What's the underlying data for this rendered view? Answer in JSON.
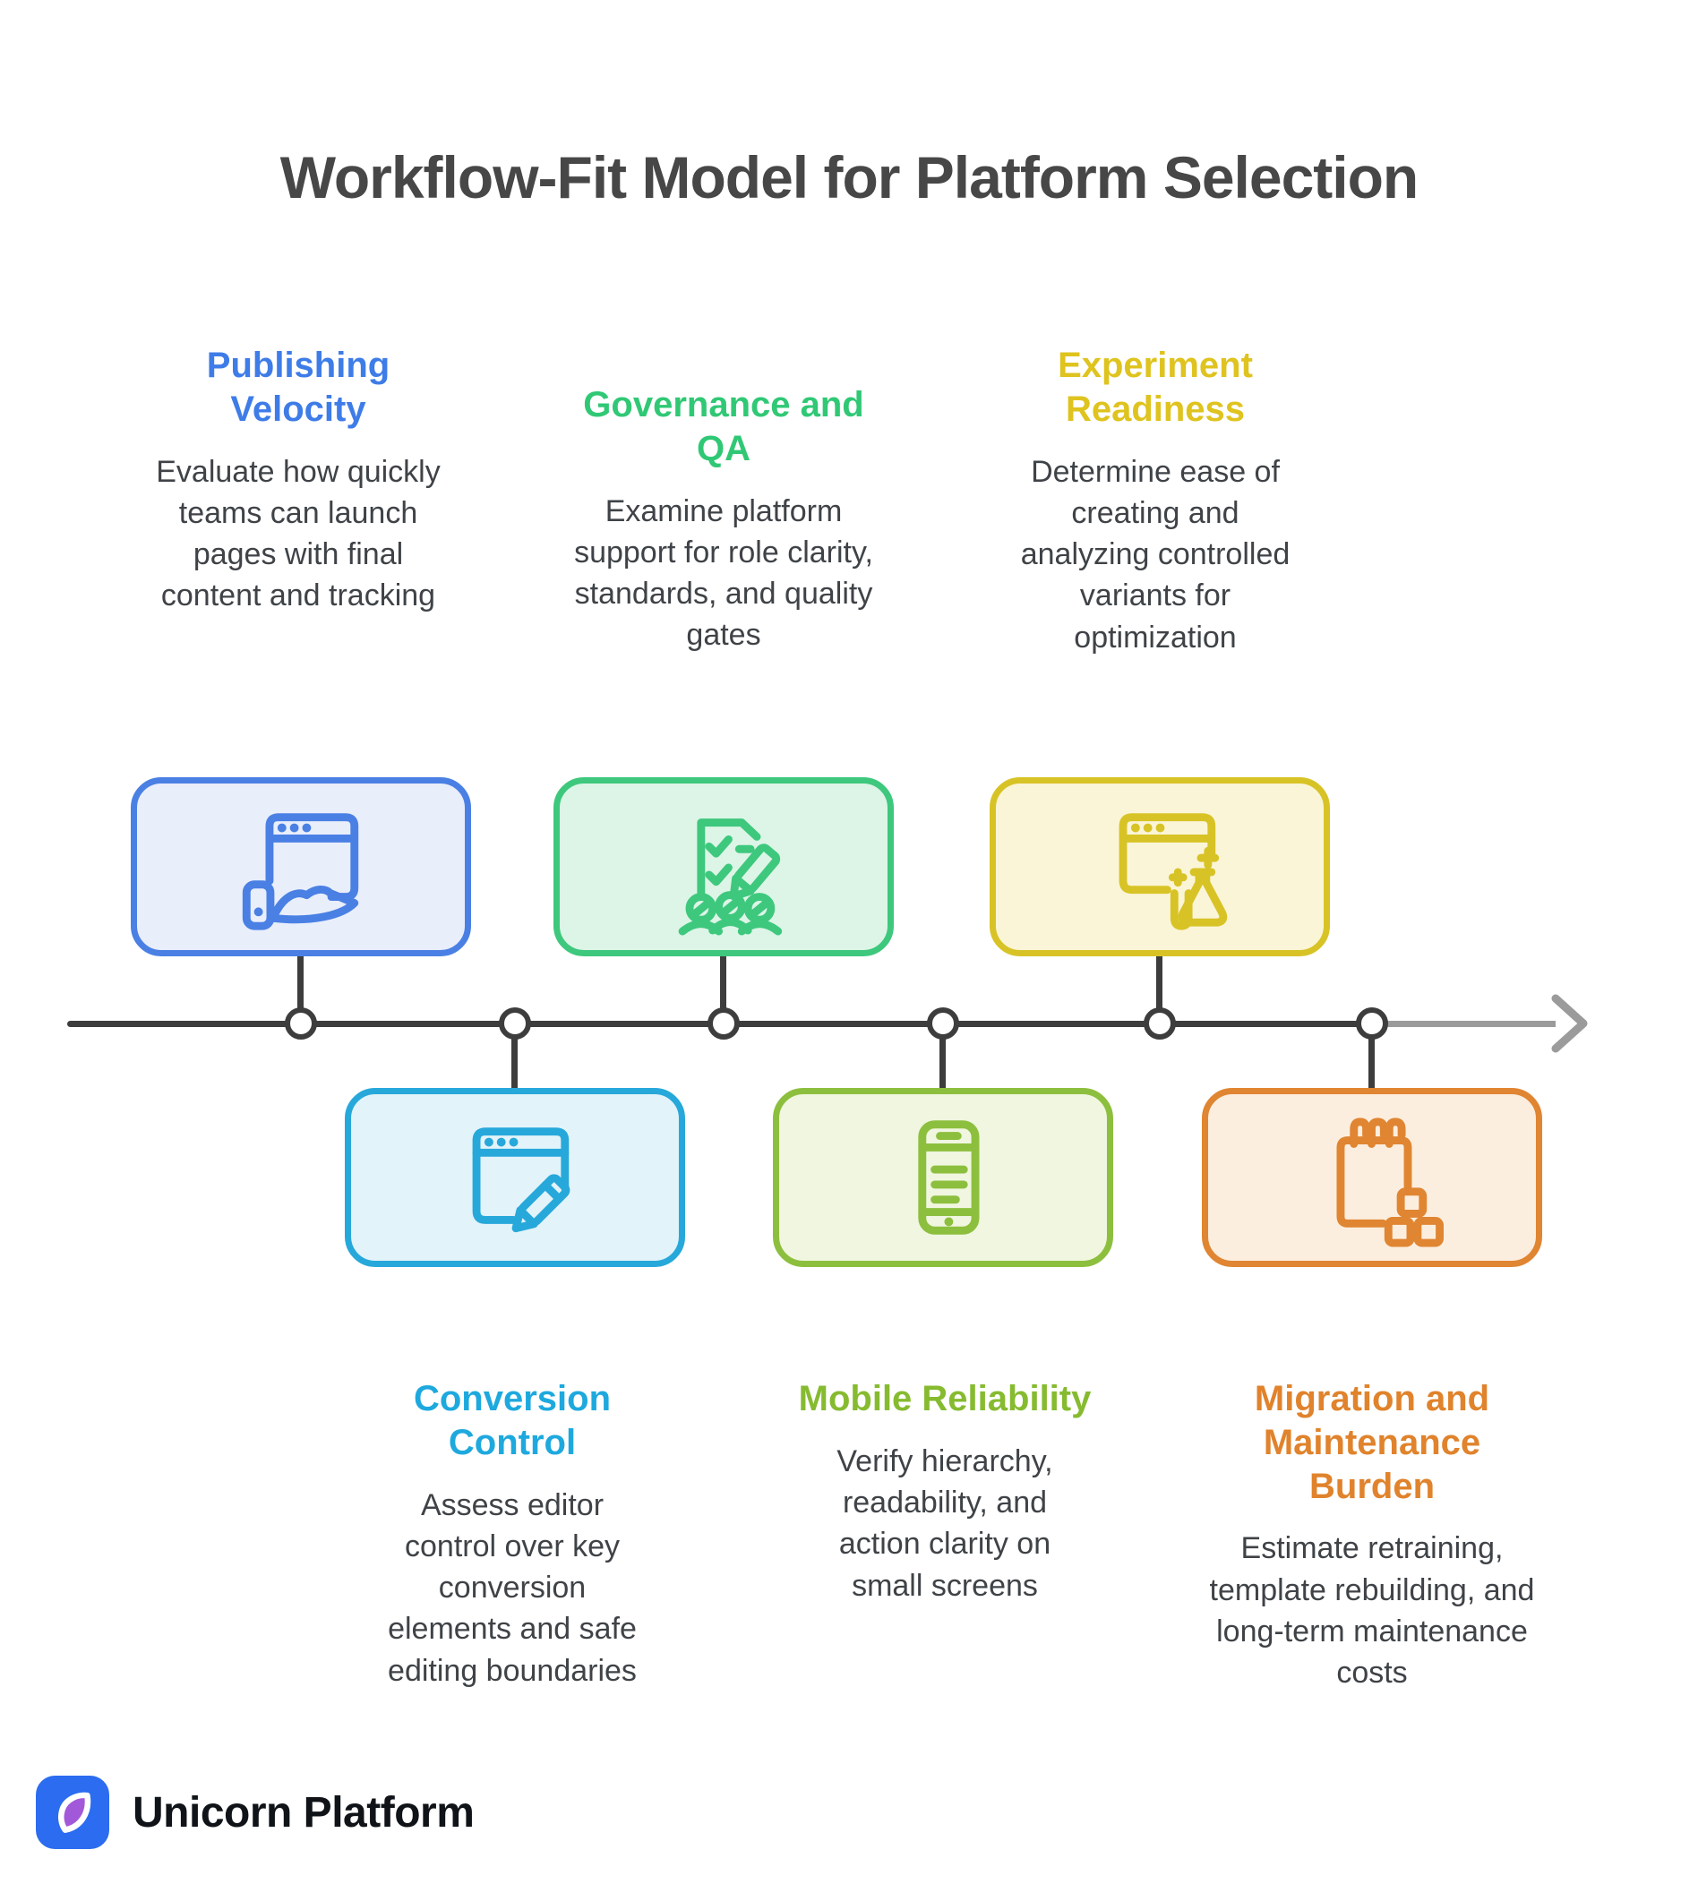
{
  "title": "Workflow-Fit Model for Platform Selection",
  "title_color": "#474747",
  "body_text_color": "#3f4347",
  "background_color": "#ffffff",
  "milestones": [
    {
      "heading": "Publishing Velocity",
      "description": "Evaluate how quickly teams can launch pages with final content and tracking",
      "position": "above-timeline",
      "accent_color": "#3e7ce8",
      "card_fill": "#e9eefb",
      "card_border": "#4a80e4",
      "icon": "browser-launch-hand-icon"
    },
    {
      "heading": "Conversion Control",
      "description": "Assess editor control over key conversion elements and safe editing boundaries",
      "position": "below-timeline",
      "accent_color": "#1ea9de",
      "card_fill": "#e2f3fa",
      "card_border": "#27a8da",
      "icon": "browser-edit-pencil-icon"
    },
    {
      "heading": "Governance and QA",
      "description": "Examine platform support for role clarity, standards, and quality gates",
      "position": "above-timeline",
      "accent_color": "#30c875",
      "card_fill": "#dcf5e7",
      "card_border": "#3ec87d",
      "icon": "checklist-pencil-team-icon"
    },
    {
      "heading": "Mobile Reliability",
      "description": "Verify hierarchy, readability, and action clarity on small screens",
      "position": "below-timeline",
      "accent_color": "#86bb30",
      "card_fill": "#f0f6df",
      "card_border": "#8dbf3e",
      "icon": "smartphone-icon"
    },
    {
      "heading": "Experiment Readiness",
      "description": "Determine ease of creating and analyzing controlled variants for optimization",
      "position": "above-timeline",
      "accent_color": "#dfc31e",
      "card_fill": "#fbf5d7",
      "card_border": "#d8c326",
      "icon": "browser-flask-experiment-icon"
    },
    {
      "heading": "Migration and Maintenance Burden",
      "description": "Estimate retraining, template rebuilding, and long-term maintenance costs",
      "position": "below-timeline",
      "accent_color": "#e0832c",
      "card_fill": "#fceede",
      "card_border": "#e08532",
      "icon": "notepad-blocks-icon"
    }
  ],
  "timeline": {
    "direction": "left-to-right",
    "line_color": "#3d3d3d",
    "tail_color": "#9b9b9b",
    "node_fill": "#ffffff",
    "node_border": "#3d3d3d",
    "node_count": 6
  },
  "footer": {
    "brand": "Unicorn Platform",
    "logo": {
      "icon": "unicorn-petal-logo-icon",
      "background_color": "#2b6cf0",
      "petal_color": "#a259d9",
      "petal_outline": "#ffffff"
    }
  }
}
